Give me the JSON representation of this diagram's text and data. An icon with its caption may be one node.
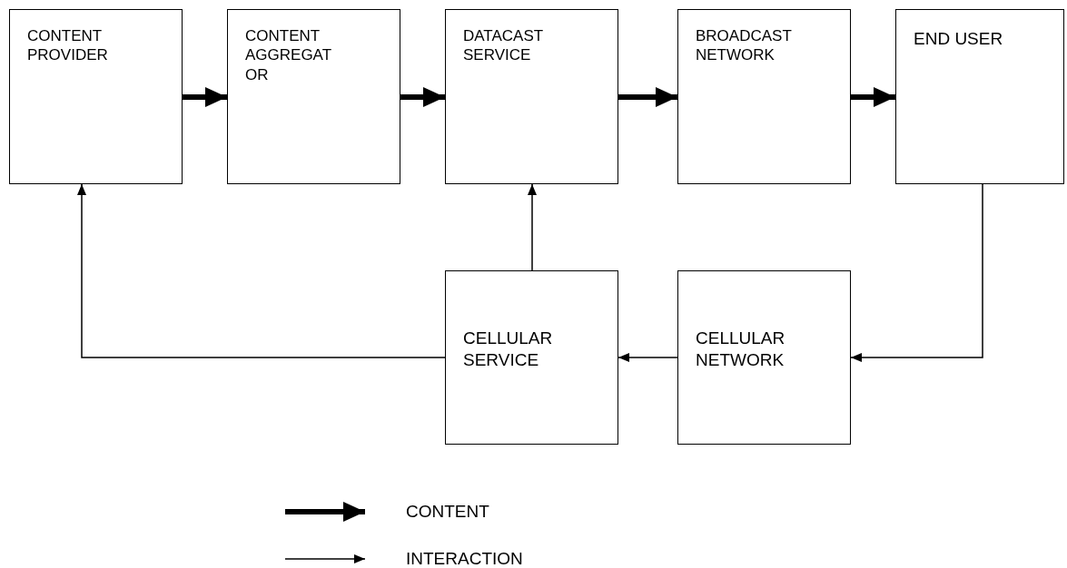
{
  "diagram": {
    "nodes": [
      {
        "text": [
          "CONTENT PROVIDER"
        ]
      },
      {
        "text": [
          "CONTENT AGGREGATOR"
        ]
      },
      {
        "text": [
          "DATACAST SERVICE"
        ]
      },
      {
        "text": [
          "BROADCAST NETWORK"
        ]
      },
      {
        "text": [
          "END USER"
        ]
      },
      {
        "text": [
          "CELLULAR SERVICE"
        ]
      },
      {
        "text": [
          "CELLULAR NETWORK"
        ]
      }
    ],
    "edges": [
      {
        "from": 0,
        "to": 1,
        "arrow": "to",
        "style": "thick"
      },
      {
        "from": 1,
        "to": 2,
        "arrow": "to",
        "style": "thick"
      },
      {
        "from": 2,
        "to": 3,
        "arrow": "to",
        "style": "thick"
      },
      {
        "from": 3,
        "to": 4,
        "arrow": "to",
        "style": "thick"
      },
      {
        "from": 4,
        "to": 6,
        "arrow": "to"
      },
      {
        "from": 6,
        "to": 5,
        "arrow": "to"
      },
      {
        "from": 5,
        "to": 2,
        "arrow": "to"
      },
      {
        "from": 5,
        "to": 0,
        "arrow": "to"
      }
    ],
    "legend": [
      {
        "text": "CONTENT"
      },
      {
        "text": "INTERACTION"
      }
    ]
  }
}
